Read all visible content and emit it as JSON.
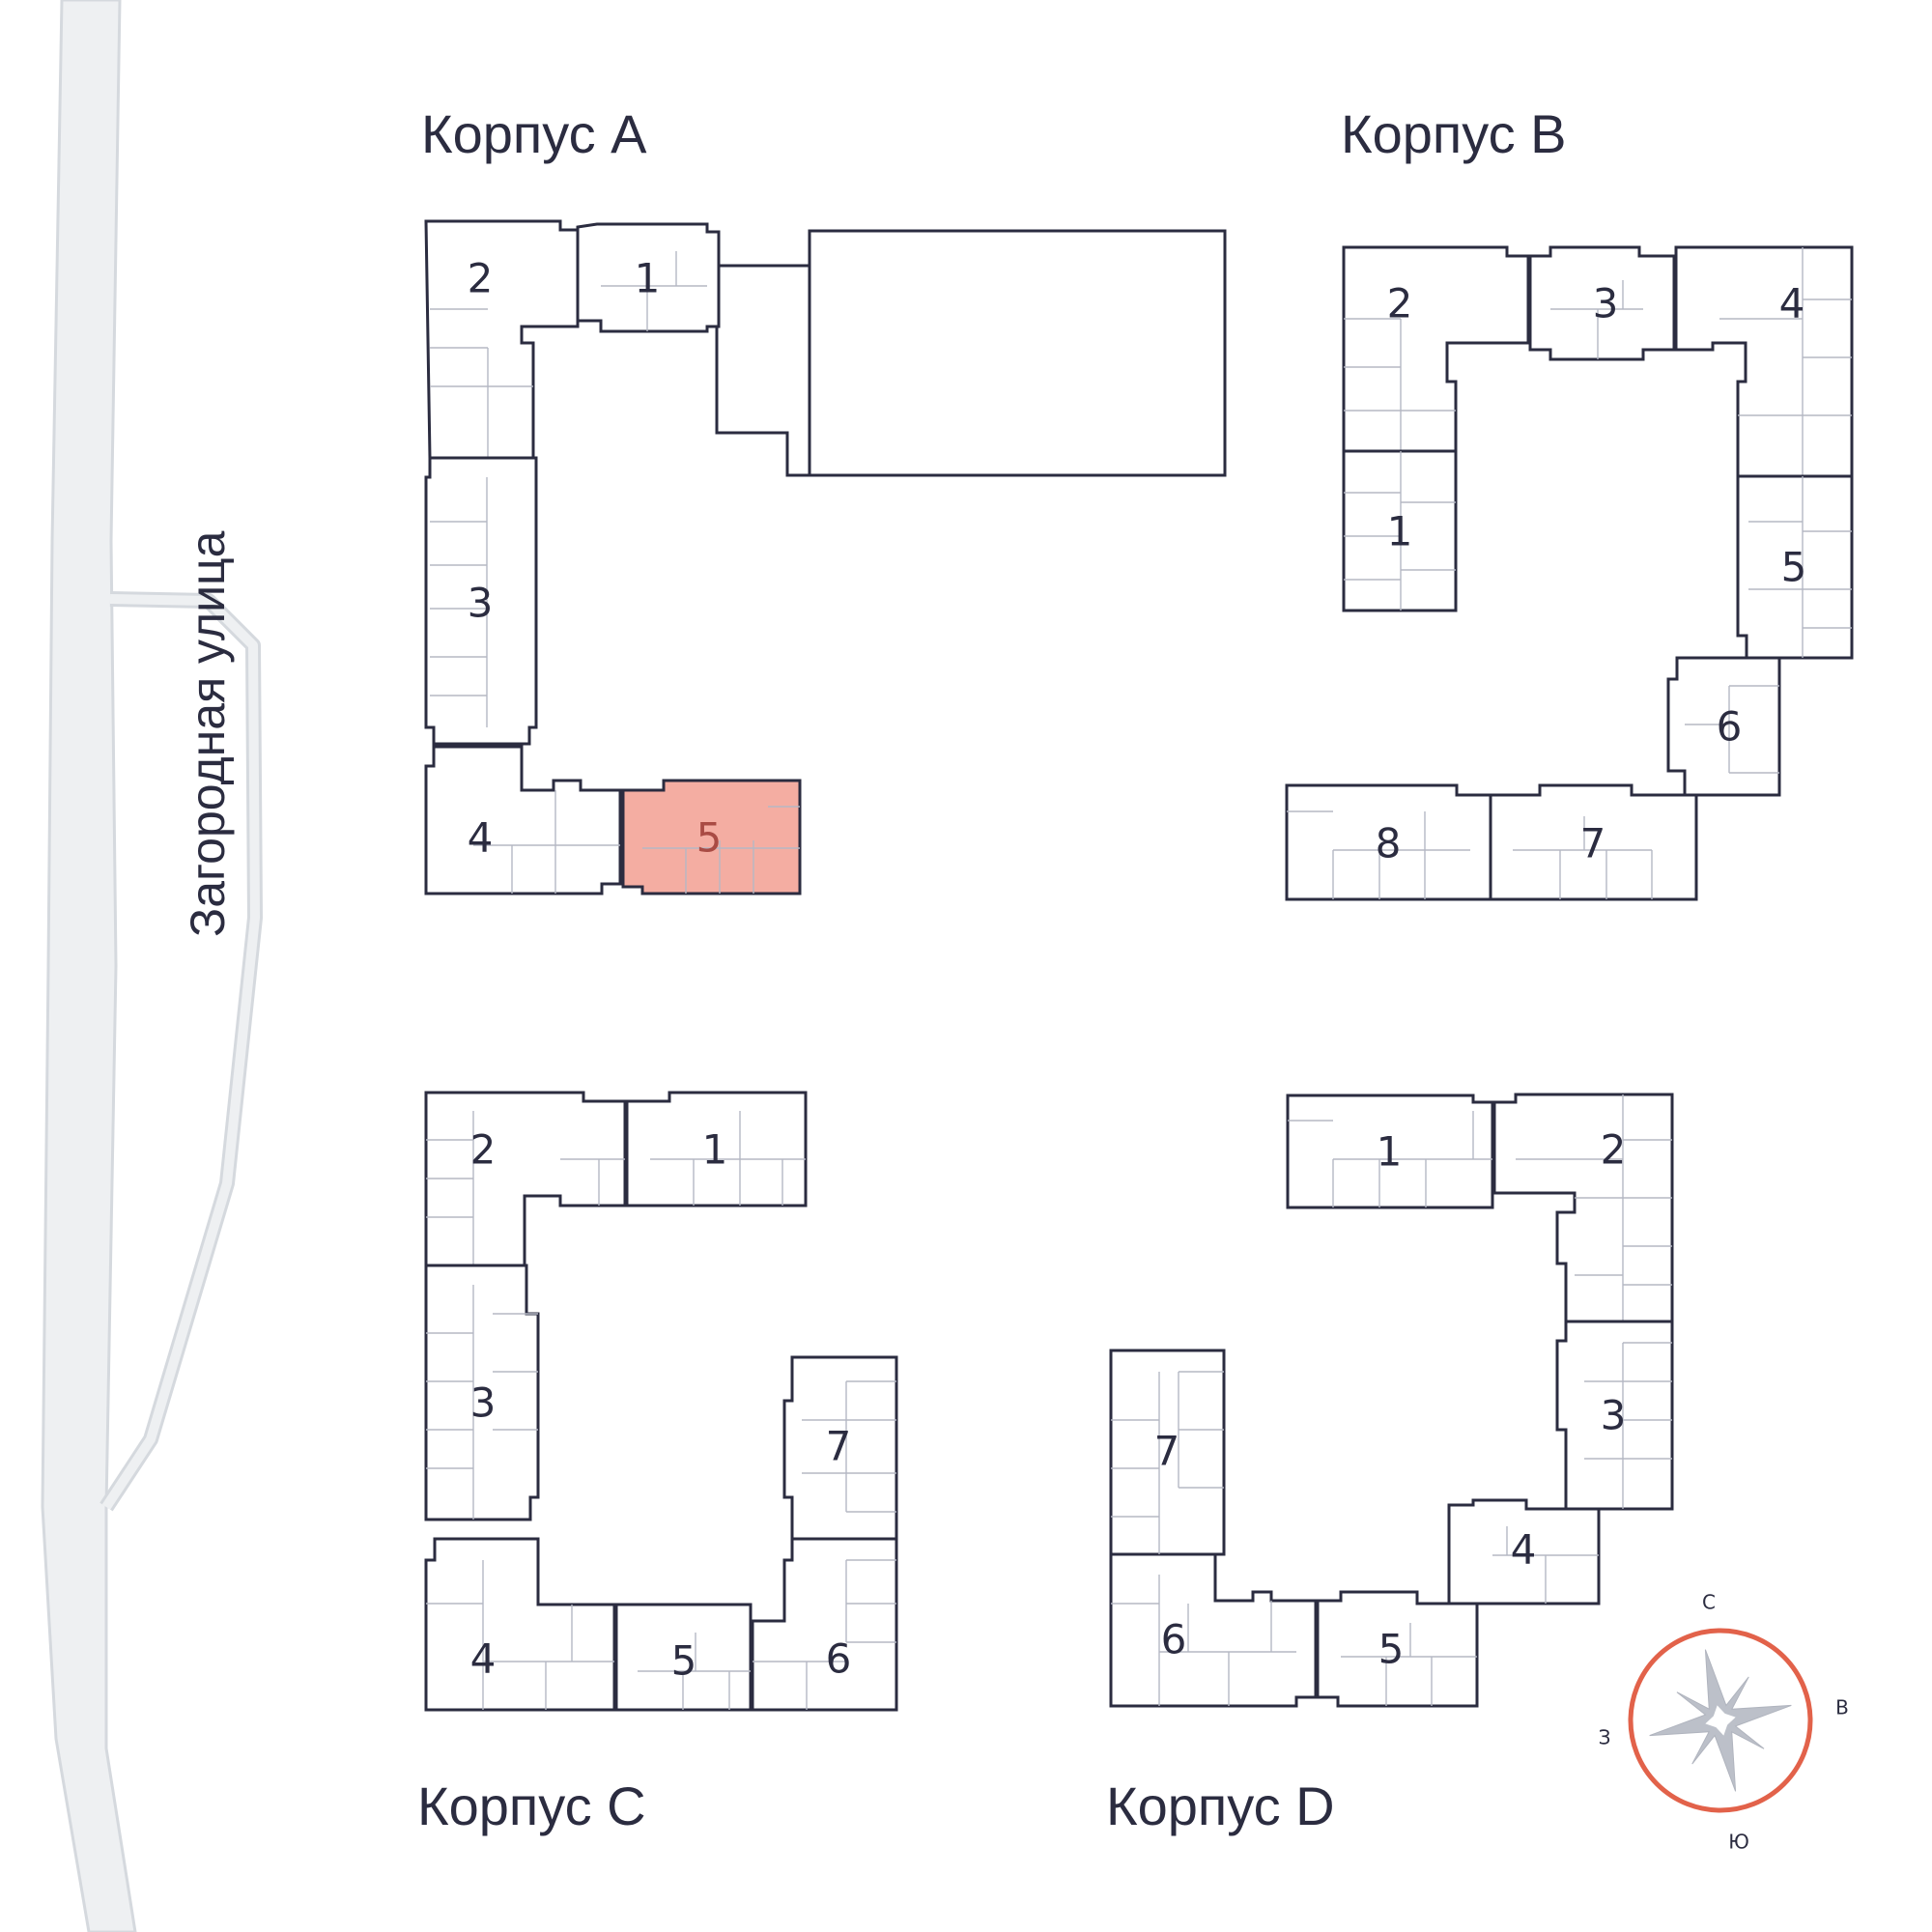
{
  "street": {
    "name": "Загородная улица"
  },
  "corpuses": [
    {
      "label": "Корпус A"
    },
    {
      "label": "Корпус B"
    },
    {
      "label": "Корпус C"
    },
    {
      "label": "Корпус D"
    }
  ],
  "sections": {
    "A": [
      "1",
      "2",
      "3",
      "4",
      "5"
    ],
    "B": [
      "1",
      "2",
      "3",
      "4",
      "5",
      "6",
      "7",
      "8"
    ],
    "C": [
      "1",
      "2",
      "3",
      "4",
      "5",
      "6",
      "7"
    ],
    "D": [
      "1",
      "2",
      "3",
      "4",
      "5",
      "6",
      "7"
    ]
  },
  "selected_section": {
    "corpus": "A",
    "section": "5"
  },
  "compass": {
    "north": "С",
    "east": "В",
    "south": "Ю",
    "west": "З"
  },
  "colors": {
    "selected_fill": "#f4ada2",
    "outline": "#2b2c40",
    "compass_ring": "#e2624a",
    "road": "#d5d9de"
  }
}
